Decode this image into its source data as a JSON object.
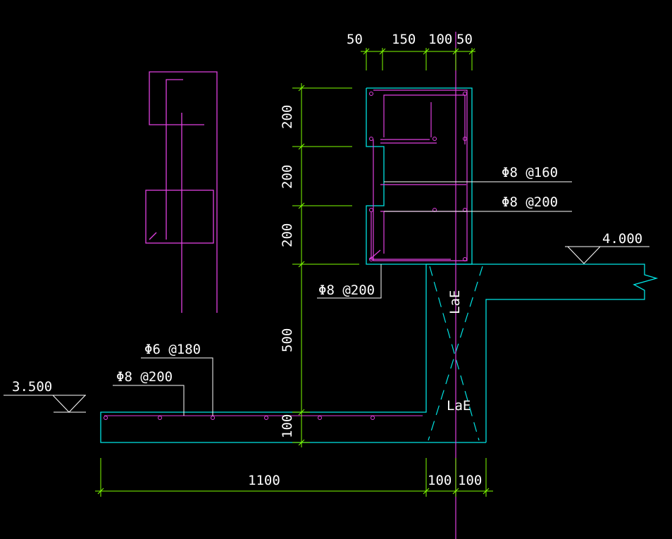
{
  "drawing": {
    "background": "#000000",
    "colors": {
      "outline": "#00e5e5",
      "rebar": "#e040e0",
      "dimension": "#7fff00",
      "text": "#ffffff"
    },
    "top_dims": [
      "50",
      "150",
      "100",
      "50"
    ],
    "left_dims": [
      "200",
      "200",
      "200",
      "500",
      "100"
    ],
    "bottom_dims": [
      "1100",
      "100",
      "100"
    ],
    "rebar_labels": {
      "r1": "Φ8 @160",
      "r2": "Φ8 @200",
      "r3": "Φ8 @200",
      "r4": "Φ6 @180",
      "r5": "Φ8 @200"
    },
    "anchorage_labels": [
      "LaE",
      "LaE"
    ],
    "elevations": {
      "high": "4.000",
      "low": "3.500"
    }
  }
}
